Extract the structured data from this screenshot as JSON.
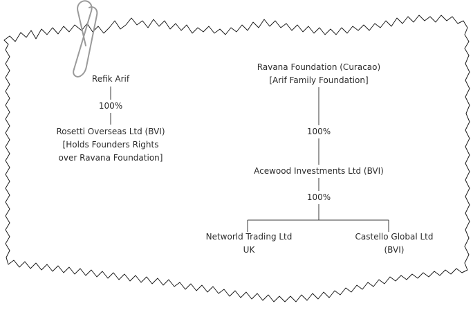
{
  "colors": {
    "paper": "#ffffff",
    "edge": "#1a1a1a",
    "ink": "#2b2b2b",
    "clip": "#9a9a9a"
  },
  "decoration": {
    "icon": "paperclip-icon"
  },
  "left_chain": {
    "owner": "Refik Arif",
    "percent": "100%",
    "company": {
      "line1": "Rosetti Overseas Ltd (BVI)",
      "line2": "[Holds Founders Rights",
      "line3": "over Ravana Foundation]"
    }
  },
  "right_chain": {
    "foundation": {
      "line1": "Ravana Foundation (Curacao)",
      "line2": "[Arif Family Foundation]"
    },
    "percent_top": "100%",
    "holding": "Acewood Investments Ltd (BVI)",
    "percent_mid": "100%",
    "subsidiaries": [
      {
        "line1": "Networld Trading Ltd",
        "line2": "UK"
      },
      {
        "line1": "Castello Global Ltd",
        "line2": "(BVI)"
      }
    ]
  }
}
